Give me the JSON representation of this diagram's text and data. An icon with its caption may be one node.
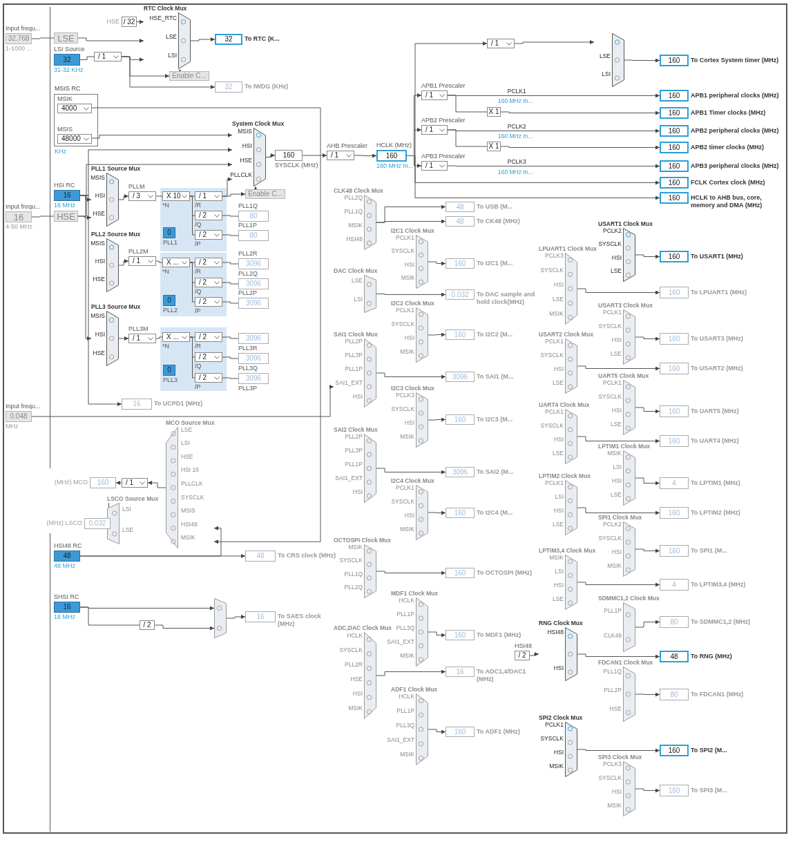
{
  "diagram": {
    "nodes": [
      {
        "text": [
          "32.768"
        ],
        "beside": [
          "Input frequ...",
          "1-1000 ..."
        ]
      },
      {
        "text": [
          "LSE"
        ]
      },
      {
        "text": [
          "32"
        ],
        "beside": [
          "LSI Source",
          "31-32 KHz"
        ]
      },
      {
        "text": [
          "/ 32"
        ],
        "beside": [
          "HSE"
        ]
      },
      {
        "text": [
          "/ 1"
        ]
      },
      {
        "text": [
          "RTC Clock Mux",
          "HSE_RTC",
          "LSE",
          "LSI"
        ]
      },
      {
        "text": [
          "32"
        ],
        "beside": [
          "To RTC (K..."
        ]
      },
      {
        "text": [
          "Enable C..."
        ]
      },
      {
        "text": [
          "32"
        ],
        "beside": [
          "To IWDG (KHz)"
        ]
      },
      {
        "text": [
          "MSIS RC"
        ],
        "beside": [
          "KHz"
        ]
      },
      {
        "text": [
          "4000"
        ],
        "beside": [
          "MSIK"
        ],
        "in": 9
      },
      {
        "text": [
          "48000"
        ],
        "beside": [
          "MSIS"
        ],
        "in": 9
      },
      {
        "text": [
          "16"
        ],
        "beside": [
          "HSI RC",
          "16 MHz"
        ]
      },
      {
        "text": [
          "16"
        ],
        "beside": [
          "Input frequ...",
          "4-50 MHz"
        ]
      },
      {
        "text": [
          "HSE"
        ]
      },
      {
        "text": [
          "System Clock Mux",
          "MSIS",
          "HSI",
          "HSE",
          "PLLCLK"
        ]
      },
      {
        "text": [
          "160"
        ],
        "beside": [
          "SYSCLK (MHz)"
        ]
      },
      {
        "text": [
          "Enable C..."
        ]
      },
      {
        "text": [
          "PLL1 Source Mux",
          "MSIS",
          "HSI",
          "HSE"
        ]
      },
      {
        "text": [
          "/ 3"
        ],
        "beside": [
          "PLLM"
        ]
      },
      {
        "text": [],
        "shape": "box"
      },
      {
        "text": [
          "X 10"
        ],
        "beside": [
          "*N"
        ],
        "in": 20
      },
      {
        "text": [
          "/ 1"
        ],
        "beside": [
          "/R"
        ],
        "in": 20
      },
      {
        "text": [
          "/ 2"
        ],
        "beside": [
          "/Q"
        ],
        "in": 20
      },
      {
        "text": [
          "/ 2"
        ],
        "beside": [
          "/P"
        ],
        "in": 20
      },
      {
        "text": [
          "0"
        ],
        "beside": [
          "PLL1"
        ],
        "in": 20
      },
      {
        "text": [
          "80"
        ],
        "beside": [
          "PLL1Q"
        ]
      },
      {
        "text": [
          "80"
        ],
        "beside": [
          "PLL1P"
        ]
      },
      {
        "text": [
          "PLL2 Source Mux",
          "MSIS",
          "HSI",
          "HSE"
        ]
      },
      {
        "text": [
          "/ 1"
        ],
        "beside": [
          "PLL2M"
        ]
      },
      {
        "text": [],
        "shape": "box"
      },
      {
        "text": [
          "X ..."
        ],
        "beside": [
          "*N"
        ],
        "in": 30
      },
      {
        "text": [
          "/ 2"
        ],
        "beside": [
          "/R"
        ],
        "in": 30
      },
      {
        "text": [
          "/ 2"
        ],
        "beside": [
          "/Q"
        ],
        "in": 30
      },
      {
        "text": [
          "/ 2"
        ],
        "beside": [
          "/P"
        ],
        "in": 30
      },
      {
        "text": [
          "0"
        ],
        "beside": [
          "PLL2"
        ],
        "in": 30
      },
      {
        "text": [
          "3096"
        ],
        "beside": [
          "PLL2R"
        ]
      },
      {
        "text": [
          "3096"
        ],
        "beside": [
          "PLL2Q"
        ]
      },
      {
        "text": [
          "3096"
        ],
        "beside": [
          "PLL2P"
        ]
      },
      {
        "text": [
          "PLL3 Source Mux",
          "MSIS",
          "HSI",
          "HSE"
        ]
      },
      {
        "text": [
          "/ 1"
        ],
        "beside": [
          "PLL3M"
        ]
      },
      {
        "text": [],
        "shape": "box"
      },
      {
        "text": [
          "X ..."
        ],
        "beside": [
          "*N"
        ],
        "in": 41
      },
      {
        "text": [
          "/ 2"
        ],
        "beside": [
          "/R"
        ],
        "in": 41
      },
      {
        "text": [
          "/ 2"
        ],
        "beside": [
          "/Q"
        ],
        "in": 41
      },
      {
        "text": [
          "/ 2"
        ],
        "beside": [
          "/P"
        ],
        "in": 41
      },
      {
        "text": [
          "0"
        ],
        "beside": [
          "PLL3"
        ],
        "in": 41
      },
      {
        "text": [
          "3096"
        ],
        "beside": [
          "PLL3R"
        ]
      },
      {
        "text": [
          "3096"
        ],
        "beside": [
          "PLL3Q"
        ]
      },
      {
        "text": [
          "3096"
        ],
        "beside": [
          "PLL3P"
        ]
      },
      {
        "text": [
          "16"
        ],
        "beside": [
          "To UCPD1 (MHz)"
        ]
      },
      {
        "text": [
          "0.048"
        ],
        "beside": [
          "Input frequ...",
          "MHz"
        ]
      },
      {
        "text": [
          "MCO Source Mux",
          "LSE",
          "LSI",
          "HSE",
          "HSI 16",
          "PLLCLK",
          "SYSCLK",
          "MSIS",
          "HSI48",
          "MSIK"
        ]
      },
      {
        "text": [
          "/ 1"
        ]
      },
      {
        "text": [
          "160"
        ],
        "beside": [
          "(MHz) MCO"
        ]
      },
      {
        "text": [
          "LSCO Source Mux",
          "LSI",
          "LSE"
        ]
      },
      {
        "text": [
          "0.032"
        ],
        "beside": [
          "(MHz) LSCO"
        ]
      },
      {
        "text": [
          "48"
        ],
        "beside": [
          "HSI48 RC",
          "48 MHz"
        ]
      },
      {
        "text": [
          "48"
        ],
        "beside": [
          "To CRS clock (MHz)"
        ]
      },
      {
        "text": [
          "16"
        ],
        "beside": [
          "SHSI RC",
          "16 MHz"
        ]
      },
      {
        "text": [
          "/ 2"
        ]
      },
      {
        "text": [],
        "shape": "trapezoid"
      },
      {
        "text": [
          "16"
        ],
        "beside": [
          "To SAES clock (MHz)"
        ]
      },
      {
        "text": [
          "/ 1"
        ],
        "beside": [
          "AHB Prescaler"
        ]
      },
      {
        "text": [
          "160"
        ],
        "beside": [
          "HCLK (MHz)",
          "160 MHz m..."
        ]
      },
      {
        "text": [
          "/ 1"
        ]
      },
      {
        "text": [
          "LSE",
          "LSI"
        ]
      },
      {
        "text": [
          "160"
        ],
        "beside": [
          "To Cortex System timer (MHz)"
        ]
      },
      {
        "text": [
          "/ 1"
        ],
        "beside": [
          "APB1 Prescaler"
        ]
      },
      {
        "text": [
          "160"
        ],
        "beside": [
          "APB1 peripheral clocks (MHz)"
        ]
      },
      {
        "text": [
          "X 1"
        ]
      },
      {
        "text": [
          "160"
        ],
        "beside": [
          "APB1 Timer clocks (MHz)"
        ]
      },
      {
        "text": [
          "/ 1"
        ],
        "beside": [
          "APB2 Prescaler"
        ]
      },
      {
        "text": [
          "160"
        ],
        "beside": [
          "APB2 peripheral clocks (MHz)"
        ]
      },
      {
        "text": [
          "X 1"
        ]
      },
      {
        "text": [
          "160"
        ],
        "beside": [
          "APB2 timer clocks (MHz)"
        ]
      },
      {
        "text": [
          "/ 1"
        ],
        "beside": [
          "APB3 Prescaler"
        ]
      },
      {
        "text": [
          "160"
        ],
        "beside": [
          "APB3 peripheral clocks (MHz)"
        ]
      },
      {
        "text": [
          "160"
        ],
        "beside": [
          "FCLK Cortex clock (MHz)"
        ]
      },
      {
        "text": [
          "160"
        ],
        "beside": [
          "HCLK to AHB bus, core, memory and DMA (MHz)"
        ]
      },
      {
        "text": [
          "CLK48 Clock Mux",
          "PLL2Q",
          "PLL1Q",
          "MSIK",
          "HSI48"
        ]
      },
      {
        "text": [
          "48"
        ],
        "beside": [
          "To USB (M..."
        ]
      },
      {
        "text": [
          "48"
        ],
        "beside": [
          "To CK48 (MHz)"
        ]
      },
      {
        "text": [
          "I2C1 Clock Mux",
          "PCLK1",
          "SYSCLK",
          "HSI",
          "MSIk"
        ]
      },
      {
        "text": [
          "160"
        ],
        "beside": [
          "To I2C1 (M..."
        ]
      },
      {
        "text": [
          "DAC Clock Mux",
          "LSE",
          "LSI"
        ]
      },
      {
        "text": [
          "0.032"
        ],
        "beside": [
          "To DAC sample and hold clock(MHz)"
        ]
      },
      {
        "text": [
          "I2C2 Clock Mux",
          "PCLK1",
          "SYSCLK",
          "HSI",
          "MSIK"
        ]
      },
      {
        "text": [
          "160"
        ],
        "beside": [
          "To I2C2 (M..."
        ]
      },
      {
        "text": [
          "SAI1 Clock Mux",
          "PLL2P",
          "PLL3P",
          "PLL1P",
          "SAI1_EXT",
          "HSI"
        ]
      },
      {
        "text": [
          "3096"
        ],
        "beside": [
          "To SAI1 (M..."
        ]
      },
      {
        "text": [
          "I2C3 Clock Mux",
          "PCLK3",
          "SYSCLK",
          "HSI",
          "MSIK"
        ]
      },
      {
        "text": [
          "160"
        ],
        "beside": [
          "To I2C3 (M..."
        ]
      },
      {
        "text": [
          "SAI2 Clock Mux",
          "PLL2P",
          "PLL3P",
          "PLL1P",
          "SAI1_EXT",
          "HSI"
        ]
      },
      {
        "text": [
          "3096"
        ],
        "beside": [
          "To SAI2 (M..."
        ]
      },
      {
        "text": [
          "I2C4 Clock Mux",
          "PCLK1",
          "SYSCLK",
          "HSI",
          "MSIK"
        ]
      },
      {
        "text": [
          "160"
        ],
        "beside": [
          "To I2C4 (M..."
        ]
      },
      {
        "text": [
          "OCTOSPI Clock Mux",
          "MSIK",
          "SYSCLK",
          "PLL1Q",
          "PLL2Q"
        ]
      },
      {
        "text": [
          "160"
        ],
        "beside": [
          "To OCTOSPI (MHz)"
        ]
      },
      {
        "text": [
          "MDF1 Clock Mux",
          "HCLK",
          "PLL1P",
          "PLL3Q",
          "SAI1_EXT",
          "MSIK"
        ]
      },
      {
        "text": [
          "160"
        ],
        "beside": [
          "To MDF1 (MHz)"
        ]
      },
      {
        "text": [
          "ADC,DAC Clock Mux",
          "HCLK",
          "SYSCLK",
          "PLL2R",
          "HSE",
          "HSI",
          "MSIK"
        ]
      },
      {
        "text": [
          "16"
        ],
        "beside": [
          "To ADC1,4/DAC1 (MHz)"
        ]
      },
      {
        "text": [
          "ADF1 Clock Mux",
          "HCLK",
          "PLL1P",
          "PLL3Q",
          "SAI1_EXT",
          "MSIK"
        ]
      },
      {
        "text": [
          "160"
        ],
        "beside": [
          "To ADF1 (MHz)"
        ]
      },
      {
        "text": [
          "USART1 Clock Mux",
          "PCLK2",
          "SYSCLK",
          "HSI",
          "LSE"
        ]
      },
      {
        "text": [
          "160"
        ],
        "beside": [
          "To USART1 (MHz)"
        ]
      },
      {
        "text": [
          "LPUART1 Clock Mux",
          "PCLK3",
          "SYSCLK",
          "HSI",
          "LSE",
          "MSIK"
        ]
      },
      {
        "text": [
          "160"
        ],
        "beside": [
          "To LPUART1 (MHz)"
        ]
      },
      {
        "text": [
          "USART3 Clock Mux",
          "PCLK1",
          "SYSCLK",
          "HSI",
          "LSE"
        ]
      },
      {
        "text": [
          "160"
        ],
        "beside": [
          "To USART3 (MHz)"
        ]
      },
      {
        "text": [
          "USART2 Clock Mux",
          "PCLK1",
          "SYSCLK",
          "HSI",
          "LSE"
        ]
      },
      {
        "text": [
          "160"
        ],
        "beside": [
          "To USART2 (MHz)"
        ]
      },
      {
        "text": [
          "UART5 Clock Mux",
          "PCLK1",
          "SYSCLK",
          "HSI",
          "LSE"
        ]
      },
      {
        "text": [
          "160"
        ],
        "beside": [
          "To UART5 (MHz)"
        ]
      },
      {
        "text": [
          "UART4 Clock Mux",
          "PCLK1",
          "SYSCLK",
          "HSI",
          "LSE"
        ]
      },
      {
        "text": [
          "160"
        ],
        "beside": [
          "To UART4 (MHz)"
        ]
      },
      {
        "text": [
          "LPTIM1 Clock Mux",
          "MSIK",
          "LSI",
          "HSI",
          "LSE"
        ]
      },
      {
        "text": [
          "4"
        ],
        "beside": [
          "To LPTIM1 (MHz)"
        ]
      },
      {
        "text": [
          "LPTIM2 Clock Mux",
          "PCLK1",
          "LSI",
          "HSI",
          "LSE"
        ]
      },
      {
        "text": [
          "160"
        ],
        "beside": [
          "To LPTIM2 (MHz)"
        ]
      },
      {
        "text": [
          "SPI1 Clock Mux",
          "PCLK2",
          "SYSCLK",
          "HSI",
          "MSIK"
        ]
      },
      {
        "text": [
          "160"
        ],
        "beside": [
          "To SPI1 (M..."
        ]
      },
      {
        "text": [
          "LPTIM3,4 Clock Mux",
          "MSIK",
          "LSI",
          "HSI",
          "LSE"
        ]
      },
      {
        "text": [
          "4"
        ],
        "beside": [
          "To LPTIM3,4 (MHz)"
        ]
      },
      {
        "text": [
          "SDMMC1,2 Clock Mux",
          "PLL1P",
          "CLK48"
        ]
      },
      {
        "text": [
          "80"
        ],
        "beside": [
          "To SDMMC1,2 (MHz)"
        ]
      },
      {
        "text": [
          "/ 2"
        ],
        "beside": [
          "HSI48"
        ]
      },
      {
        "text": [
          "RNG Clock Mux",
          "HSI48",
          "HSI"
        ]
      },
      {
        "text": [
          "48"
        ],
        "beside": [
          "To RNG (MHz)"
        ]
      },
      {
        "text": [
          "FDCAN1 Clock Mux",
          "PLL1Q",
          "PLL2P",
          "HSE"
        ]
      },
      {
        "text": [
          "80"
        ],
        "beside": [
          "To FDCAN1 (MHz)"
        ]
      },
      {
        "text": [
          "SPI2 Clock Mux",
          "PCLK1",
          "SYSCLK",
          "HSI",
          "MSIK"
        ]
      },
      {
        "text": [
          "160"
        ],
        "beside": [
          "To SPI2 (M..."
        ]
      },
      {
        "text": [
          "SPI3 Clock Mux",
          "PCLK3",
          "SYSCLK",
          "HSI",
          "MSIK"
        ]
      },
      {
        "text": [
          "160"
        ],
        "beside": [
          "To SPI3 (M..."
        ]
      }
    ],
    "edges": [
      {
        "from": 0,
        "to": 1,
        "arrow": "none"
      },
      {
        "from": 13,
        "to": 14,
        "arrow": "none"
      },
      {
        "from": 3,
        "to": 5,
        "arrow": "to"
      },
      {
        "from": 1,
        "to": 5,
        "arrow": "to"
      },
      {
        "from": 2,
        "to": 4,
        "arrow": "none"
      },
      {
        "from": 4,
        "to": 5,
        "arrow": "to"
      },
      {
        "from": 4,
        "to": 7,
        "arrow": "to"
      },
      {
        "from": 4,
        "to": 8,
        "arrow": "to"
      },
      {
        "from": 7,
        "to": 5,
        "arrow": "to"
      },
      {
        "from": 5,
        "to": 6,
        "arrow": "to"
      },
      {
        "from": 10,
        "to": 52,
        "arrow": "to"
      },
      {
        "from": 11,
        "to": 15,
        "arrow": "to"
      },
      {
        "from": 12,
        "to": 15,
        "arrow": "to"
      },
      {
        "from": 14,
        "to": 15,
        "arrow": "to"
      },
      {
        "from": 22,
        "to": 15,
        "arrow": "to"
      },
      {
        "from": 22,
        "to": 17,
        "arrow": "to"
      },
      {
        "from": 17,
        "to": 15,
        "arrow": "to"
      },
      {
        "from": 12,
        "to": 18,
        "arrow": "to"
      },
      {
        "from": 14,
        "to": 18,
        "arrow": "to"
      },
      {
        "from": 18,
        "to": 19,
        "arrow": "to"
      },
      {
        "from": 19,
        "to": 21,
        "arrow": "none"
      },
      {
        "from": 21,
        "to": 22,
        "arrow": "none"
      },
      {
        "from": 21,
        "to": 23,
        "arrow": "none"
      },
      {
        "from": 21,
        "to": 24,
        "arrow": "none"
      },
      {
        "from": 23,
        "to": 26,
        "arrow": "none"
      },
      {
        "from": 24,
        "to": 27,
        "arrow": "none"
      },
      {
        "from": 28,
        "to": 29,
        "arrow": "to"
      },
      {
        "from": 29,
        "to": 31,
        "arrow": "none"
      },
      {
        "from": 31,
        "to": 32,
        "arrow": "none"
      },
      {
        "from": 31,
        "to": 33,
        "arrow": "none"
      },
      {
        "from": 31,
        "to": 34,
        "arrow": "none"
      },
      {
        "from": 32,
        "to": 36,
        "arrow": "none"
      },
      {
        "from": 33,
        "to": 37,
        "arrow": "none"
      },
      {
        "from": 34,
        "to": 38,
        "arrow": "none"
      },
      {
        "from": 12,
        "to": 39,
        "arrow": "to"
      },
      {
        "from": 39,
        "to": 40,
        "arrow": "to"
      },
      {
        "from": 40,
        "to": 42,
        "arrow": "none"
      },
      {
        "from": 42,
        "to": 43,
        "arrow": "none"
      },
      {
        "from": 42,
        "to": 44,
        "arrow": "none"
      },
      {
        "from": 42,
        "to": 45,
        "arrow": "none"
      },
      {
        "from": 43,
        "to": 47,
        "arrow": "none"
      },
      {
        "from": 44,
        "to": 48,
        "arrow": "none"
      },
      {
        "from": 45,
        "to": 49,
        "arrow": "none"
      },
      {
        "from": 12,
        "to": 50,
        "arrow": "to"
      },
      {
        "from": 51,
        "to": 89,
        "arrow": "to"
      },
      {
        "from": 52,
        "to": 53,
        "arrow": "to"
      },
      {
        "from": 53,
        "to": 54,
        "arrow": "to"
      },
      {
        "from": 55,
        "to": 56,
        "arrow": "to"
      },
      {
        "from": 57,
        "to": 58,
        "arrow": "to"
      },
      {
        "from": 57,
        "to": 52,
        "arrow": "to"
      },
      {
        "from": 59,
        "to": 61,
        "arrow": "to"
      },
      {
        "from": 59,
        "to": 60,
        "arrow": "none"
      },
      {
        "from": 60,
        "to": 61,
        "arrow": "to"
      },
      {
        "from": 61,
        "to": 62,
        "arrow": "to"
      },
      {
        "from": 15,
        "to": 16,
        "arrow": "to"
      },
      {
        "from": 16,
        "to": 63,
        "arrow": "to"
      },
      {
        "from": 63,
        "to": 64,
        "arrow": "to"
      },
      {
        "from": 64,
        "to": 65,
        "arrow": "to"
      },
      {
        "from": 64,
        "to": 68,
        "arrow": "to"
      },
      {
        "from": 64,
        "to": 72,
        "arrow": "to"
      },
      {
        "from": 64,
        "to": 76,
        "arrow": "to"
      },
      {
        "from": 64,
        "to": 78,
        "arrow": "to"
      },
      {
        "from": 64,
        "to": 79,
        "arrow": "to"
      },
      {
        "from": 65,
        "to": 66,
        "arrow": "to"
      },
      {
        "from": 66,
        "to": 67,
        "arrow": "to"
      },
      {
        "from": 68,
        "to": 69,
        "arrow": "to",
        "label": "PCLK1"
      },
      {
        "from": 68,
        "to": 70,
        "arrow": "none"
      },
      {
        "from": 70,
        "to": 71,
        "arrow": "to"
      },
      {
        "from": 72,
        "to": 73,
        "arrow": "to",
        "label": "PCLK2"
      },
      {
        "from": 72,
        "to": 74,
        "arrow": "none"
      },
      {
        "from": 74,
        "to": 75,
        "arrow": "to"
      },
      {
        "from": 76,
        "to": 77,
        "arrow": "to",
        "label": "PCLK3"
      },
      {
        "from": 80,
        "to": 81,
        "arrow": "to"
      },
      {
        "from": 80,
        "to": 82,
        "arrow": "to"
      },
      {
        "from": 83,
        "to": 84,
        "arrow": "to"
      },
      {
        "from": 85,
        "to": 86,
        "arrow": "to"
      },
      {
        "from": 87,
        "to": 88,
        "arrow": "to"
      },
      {
        "from": 89,
        "to": 90,
        "arrow": "to"
      },
      {
        "from": 91,
        "to": 92,
        "arrow": "to"
      },
      {
        "from": 93,
        "to": 94,
        "arrow": "to"
      },
      {
        "from": 95,
        "to": 96,
        "arrow": "to"
      },
      {
        "from": 97,
        "to": 98,
        "arrow": "to"
      },
      {
        "from": 99,
        "to": 100,
        "arrow": "to"
      },
      {
        "from": 101,
        "to": 102,
        "arrow": "to"
      },
      {
        "from": 103,
        "to": 104,
        "arrow": "to"
      },
      {
        "from": 105,
        "to": 106,
        "arrow": "to"
      },
      {
        "from": 107,
        "to": 108,
        "arrow": "to"
      },
      {
        "from": 109,
        "to": 110,
        "arrow": "to"
      },
      {
        "from": 111,
        "to": 112,
        "arrow": "to"
      },
      {
        "from": 113,
        "to": 114,
        "arrow": "to"
      },
      {
        "from": 115,
        "to": 116,
        "arrow": "to"
      },
      {
        "from": 117,
        "to": 118,
        "arrow": "to"
      },
      {
        "from": 119,
        "to": 120,
        "arrow": "to"
      },
      {
        "from": 121,
        "to": 122,
        "arrow": "to"
      },
      {
        "from": 123,
        "to": 124,
        "arrow": "to"
      },
      {
        "from": 125,
        "to": 126,
        "arrow": "to"
      },
      {
        "from": 127,
        "to": 128,
        "arrow": "to"
      },
      {
        "from": 128,
        "to": 129,
        "arrow": "to"
      },
      {
        "from": 130,
        "to": 131,
        "arrow": "to"
      },
      {
        "from": 132,
        "to": 133,
        "arrow": "to"
      },
      {
        "from": 134,
        "to": 135,
        "arrow": "to"
      }
    ],
    "labels": [
      "160 MHz m...",
      "160 MHz m...",
      "160 MHz m..."
    ]
  }
}
